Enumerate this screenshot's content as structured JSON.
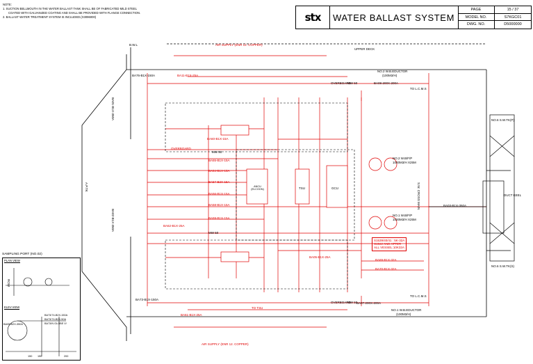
{
  "notes": {
    "title": "NOTE:",
    "items": [
      "1. SUCTION BELLMOUTH IN THE WATER BALLAST TANK SHALL BE OF FABRICATED MILD STEEL",
      "COATED WITH GALVANIZED COATING AND SHALL BE PROVIDED WITH FLANGE CONNECTION.",
      "2. BALLAST WATER TREATMENT SYSTEM IS INCLUDED.(X3096000)"
    ]
  },
  "title_block": {
    "logo": "stx",
    "title": "WATER BALLAST SYSTEM",
    "rows": [
      {
        "key": "PAGE",
        "value": "15 / 37"
      },
      {
        "key": "MODEL NO.",
        "value": "S7KGC01"
      },
      {
        "key": "DWG. NO.",
        "value": "D5000000"
      }
    ]
  },
  "labels": {
    "upper_deck": "UPPER DECK",
    "air_supply_top": "AIR SUPPLY (ENR 12. COPPER)",
    "air_supply_bottom": "AIR SUPPLY (ENR 12. COPPER)",
    "reductor2": "NO.2 W.B.EDUCTOR",
    "reductor2_cap": "(100M3/H)",
    "reductor1": "NO.1 W.B.EDUCTOR",
    "reductor1_cap": "(100M3/H)",
    "pump2": "NO.2 W.B/F/P",
    "pump2_cap": "1000M3/H X25M",
    "pump1": "NO.1 W.B/F/P",
    "pump1_cap": "1000M3/H X25M",
    "overboard1": "OVERBOARD",
    "overboard2": "OVERBOARD",
    "overboard3": "OVERBOARD",
    "to_lcms_top": "TO L.C.M.S",
    "to_lcms_bottom": "TO L.C.M.S",
    "to_tsu": "TO TSU",
    "tsu": "TSU",
    "gcu": "GCU",
    "ancu": "ANCU (ELCOON)",
    "sw_cross_main": "S.W. CROSS MAIN",
    "duct_keel": "DUCT KEEL",
    "note_box_1": "S1539/40/41 : 5K-32A",
    "note_box_2": "S1542 AND AFTER",
    "note_box_3": "ALL VESSEL:10K32A",
    "main_pipe": "BA03-B1X-350A",
    "ap_tk": "A.P.TK",
    "nb_sw_top": "NO.6 S.W.TK(P)",
    "nb_sw_bottom": "NO.6 S.W.TK(S)",
    "bwl": "B.W.L",
    "mw50a": "MW 50",
    "mw50b": "MW 50",
    "mw50c": "MW 50",
    "mw50d": "MW 50",
    "ba01": "BA01-B1X-350A",
    "ba02": "BA02-B1X-350A",
    "ba07": "BA07-200X-200A",
    "ba08": "BA08-200X-200A",
    "ba73": "BA73-B1X-150A",
    "ba76": "BA76-B1X-150A",
    "ba55": "BA55-B1X-15A",
    "ba54": "BA54-B1X-15A",
    "ba57": "BA57-B2X-15A",
    "ba56": "BA56-B1X-15A",
    "ba58": "BA58-B1X-15A",
    "ba59": "BA59-B1X-15A",
    "ba11": "BA11-B1X-25A",
    "ba61": "BA61-B1X-25A",
    "ba62": "BA62-B1X-25A",
    "ba60": "BA60-B1X-15A",
    "ba05": "BA05-B1X-25A",
    "ba69": "BA69-B1X-32A",
    "ba70": "BA70-B1X-32A"
  },
  "sampling": {
    "title": "SAMPLING PORT (NO.02)",
    "plan_view": "PLAN VIEW",
    "elev_view": "ELEV.VIEW",
    "label1": "BA05-B2X-350A",
    "label2": "BA73/74-B2X-150A",
    "label3": "BA73/74-B2X-50A",
    "label4": "BA73/N GLOBE V/",
    "dim1": "150",
    "dim2": "150",
    "dim3": "200",
    "row": "ROW"
  },
  "colors": {
    "process": "#e00000",
    "outline": "#000000"
  }
}
